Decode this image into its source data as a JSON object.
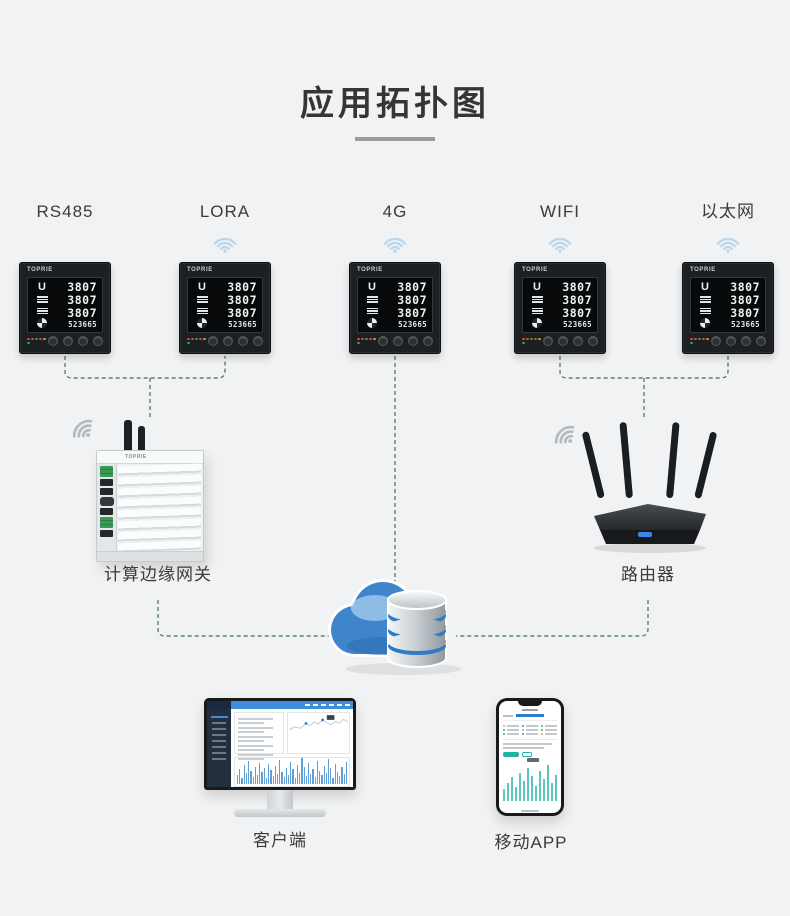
{
  "title": {
    "text": "应用拓扑图"
  },
  "devices": [
    {
      "label": "RS485",
      "wifi_icon": false
    },
    {
      "label": "LORA",
      "wifi_icon": true
    },
    {
      "label": "4G",
      "wifi_icon": true
    },
    {
      "label": "WIFI",
      "wifi_icon": true
    },
    {
      "label": "以太网",
      "wifi_icon": true
    }
  ],
  "meter": {
    "brand": "TOPRIE",
    "rows": [
      "3807",
      "3807",
      "3807"
    ],
    "bottom_row": "523665"
  },
  "nodes": {
    "gateway_label": "计算边缘网关",
    "router_label": "路由器",
    "client_label": "客户端",
    "mobile_app_label": "移动APP"
  },
  "colors": {
    "background": "#f1f2f3",
    "connector_green": "#3f6f5f",
    "wifi_blue": "#bcd6ec",
    "signal_gray": "#b3bac0",
    "accent_blue": "#3e8edb",
    "teal": "#1fb3a6",
    "cloud_blue": "#3f85cc"
  },
  "client_screen": {
    "bars": [
      9,
      15,
      6,
      19,
      11,
      23,
      13,
      7,
      17,
      9,
      21,
      12,
      16,
      6,
      20,
      14,
      8,
      18,
      10,
      24,
      12,
      7,
      16,
      9,
      22,
      15,
      6,
      19,
      11,
      26,
      17,
      8,
      21,
      10,
      15,
      7,
      23,
      13,
      9,
      18,
      11,
      25,
      16,
      6,
      20,
      12,
      8,
      17,
      10,
      22
    ],
    "line_points": "2,24 10,20 18,22 26,15 32,18 38,13 44,16 50,10 56,14 62,17 68,12 74,15 80,9 86,13",
    "dots": [
      [
        26,
        15
      ],
      [
        50,
        10
      ]
    ]
  },
  "app_screen": {
    "bars": [
      12,
      18,
      24,
      14,
      28,
      20,
      33,
      25,
      15,
      30,
      22,
      36,
      18,
      26
    ]
  }
}
